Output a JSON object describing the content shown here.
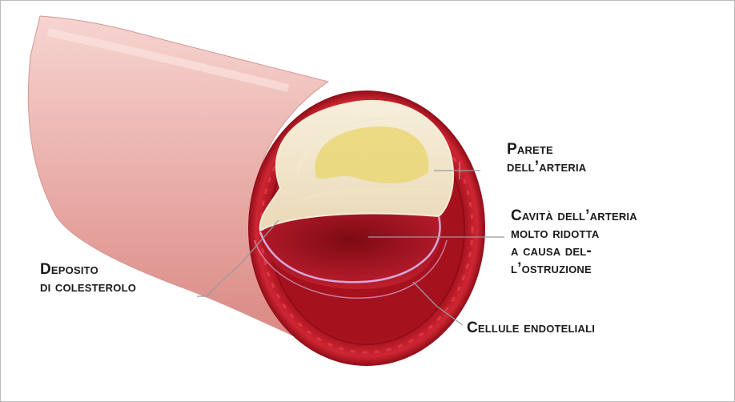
{
  "labels": {
    "parete": [
      "Parete",
      "dell’arteria"
    ],
    "cavita": [
      "Cavità dell’arteria",
      "molto ridotta",
      "a causa del-",
      "l’ostruzione"
    ],
    "deposito": [
      "Deposito",
      "di colesterolo"
    ],
    "cellule": [
      "Cellule endoteliali"
    ]
  },
  "colors": {
    "artery_outer": "#e8a7a2",
    "artery_wall": "#c8202c",
    "plaque": "#f3ead2",
    "fat": "#e9d66e",
    "leader": "#9a9a9a"
  }
}
